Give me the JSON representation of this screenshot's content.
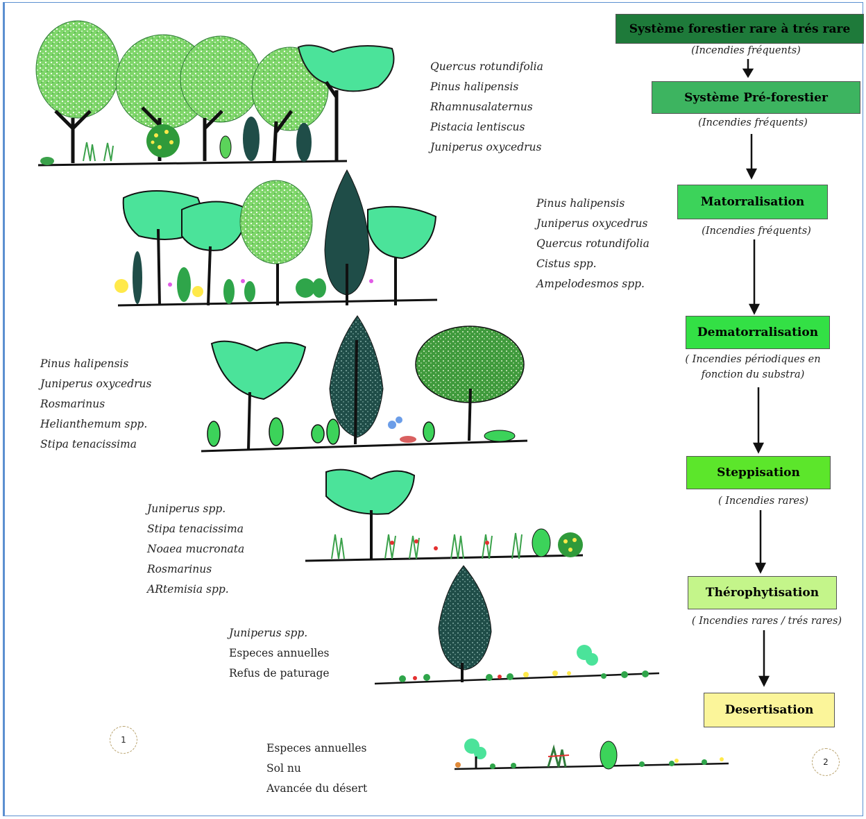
{
  "stages": [
    {
      "label": "Système forestier rare à trés rare",
      "color": "#1e7a3a",
      "note": "(Incendies fréquents)"
    },
    {
      "label": "Système Pré-forestier",
      "color": "#3db460",
      "note": "(Incendies fréquents)"
    },
    {
      "label": "Matorralisation",
      "color": "#3cd35a",
      "note": "(Incendies fréquents)"
    },
    {
      "label": "Dematorralisation",
      "color": "#33e045",
      "note_lines": [
        "( Incendies périodiques en",
        "fonction du substra)"
      ]
    },
    {
      "label": "Steppisation",
      "color": "#5ce62b",
      "note": "( Incendies rares)"
    },
    {
      "label": "Thérophytisation",
      "color": "#c4f58a",
      "note": "( Incendies rares / trés rares)"
    },
    {
      "label": "Desertisation",
      "color": "#fbf59a"
    }
  ],
  "species_groups": [
    {
      "items": [
        "Quercus rotundifolia",
        "Pinus halipensis",
        "Rhamnusalaternus",
        "Pistacia lentiscus",
        "Juniperus oxycedrus"
      ]
    },
    {
      "items": [
        "Pinus halipensis",
        "Juniperus oxycedrus",
        "Quercus rotundifolia",
        "Cistus spp.",
        "Ampelodesmos spp."
      ]
    },
    {
      "items": [
        "Pinus halipensis",
        "Juniperus oxycedrus",
        "Rosmarinus",
        "Helianthemum spp.",
        "Stipa tenacissima"
      ]
    },
    {
      "items": [
        "Juniperus spp.",
        "Stipa tenacissima",
        "Noaea mucronata",
        "Rosmarinus",
        "ARtemisia spp."
      ]
    },
    {
      "items": [
        "Juniperus spp.",
        "Especes annuelles",
        "Refus de paturage"
      ]
    },
    {
      "items": [
        "Especes annuelles",
        "Sol nu",
        "Avancée du désert"
      ]
    }
  ],
  "badges": [
    "1",
    "2"
  ],
  "colors": {
    "light_green": "#9fe08a",
    "bright_green": "#4be39a",
    "dark_tree": "#1f4d48",
    "trunk": "#1a1a1a",
    "arrow": "#111111"
  }
}
